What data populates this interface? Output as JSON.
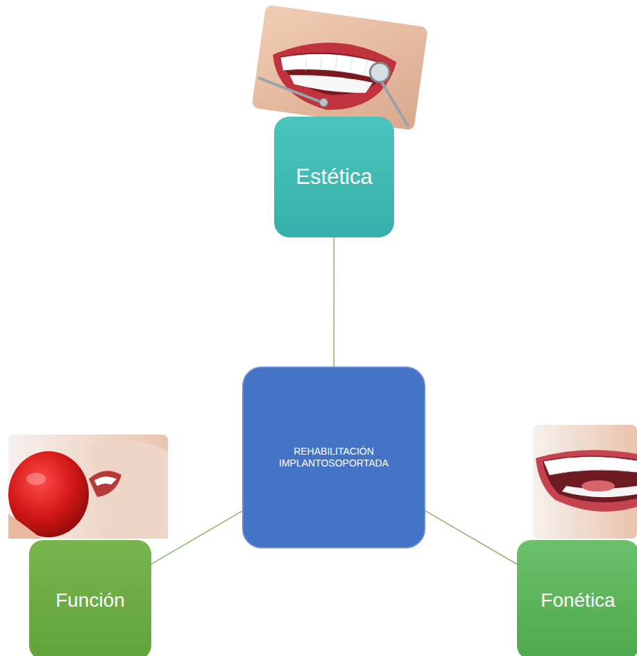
{
  "diagram": {
    "nodes": [
      {
        "text": [
          "Estética"
        ]
      },
      {
        "text": [
          "REHABILITACIÓN IMPLANTOSOPORTADA"
        ]
      },
      {
        "text": [
          "Función"
        ]
      },
      {
        "text": [
          "Fonética"
        ]
      }
    ],
    "edges": [
      {
        "from": 1,
        "to": 0,
        "arrow": "none"
      },
      {
        "from": 1,
        "to": 2,
        "arrow": "none"
      },
      {
        "from": 1,
        "to": 3,
        "arrow": "none"
      }
    ]
  }
}
